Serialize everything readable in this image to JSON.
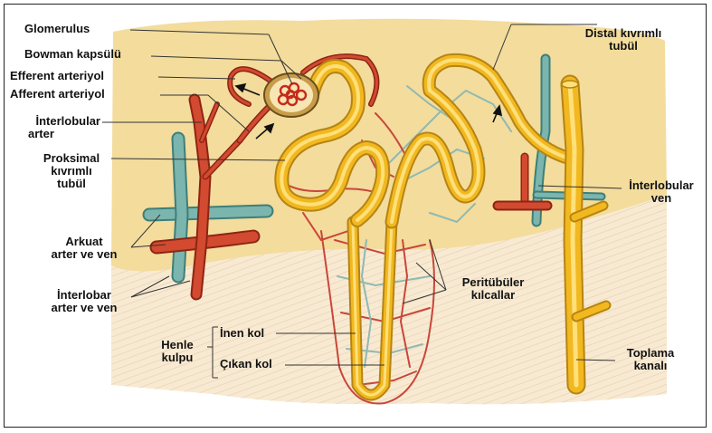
{
  "labels": {
    "glomerulus": "Glomerulus",
    "bowman": "Bowman kapsülü",
    "efferent": "Efferent arteriyol",
    "afferent": "Afferent arteriyol",
    "interlobular_arter_1": "İnterlobular",
    "interlobular_arter_2": "arter",
    "proksimal_1": "Proksimal",
    "proksimal_2": "kıvrımlı",
    "proksimal_3": "tubül",
    "arkuat_1": "Arkuat",
    "arkuat_2": "arter ve ven",
    "interlobar_1": "İnterlobar",
    "interlobar_2": "arter ve ven",
    "henle_1": "Henle",
    "henle_2": "kulpu",
    "inen": "İnen kol",
    "cikan": "Çıkan kol",
    "peritubuler_1": "Peritübüler",
    "peritubuler_2": "kılcallar",
    "distal_1": "Distal kıvrımlı",
    "distal_2": "tubül",
    "interlobular_ven_1": "İnterlobular",
    "interlobular_ven_2": "ven",
    "toplama_1": "Toplama",
    "toplama_2": "kanalı"
  },
  "colors": {
    "cortex": "#f3dc9c",
    "medulla": "#f8ead2",
    "artery": "#cc3b25",
    "vein": "#6fa9a3",
    "tubule": "#f2b820",
    "tubule_light": "#ffd95a",
    "leader": "#333333"
  }
}
